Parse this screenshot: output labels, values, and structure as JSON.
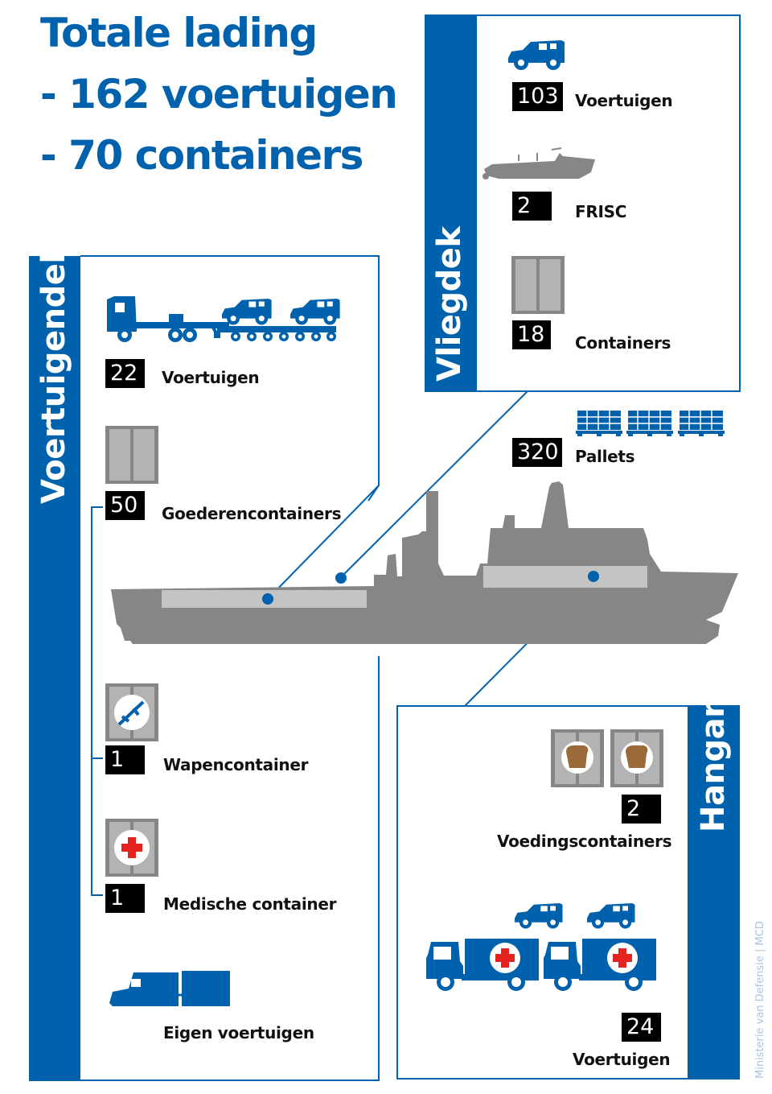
{
  "header": {
    "title": "Totale lading",
    "line_vehicles": "- 162 voertuigen",
    "line_containers": "- 70 containers"
  },
  "colors": {
    "brand_blue": "#0061ad",
    "ship_grey": "#868686",
    "ship_highlight": "#c4c4c4",
    "container_grey": "#b0b0b0",
    "count_bg": "#000000",
    "red_cross": "#e6231f"
  },
  "vliegdek": {
    "title": "Vliegdek",
    "items": [
      {
        "count": "103",
        "label": "Voertuigen",
        "icon": "jeep-icon"
      },
      {
        "count": "2",
        "label": "FRISC",
        "icon": "boat-icon"
      },
      {
        "count": "18",
        "label": "Containers",
        "icon": "container-icon"
      }
    ]
  },
  "pallets": {
    "count": "320",
    "label": "Pallets",
    "icon": "pallet-icon"
  },
  "voertuigendek": {
    "title": "Voertuigendek",
    "items": [
      {
        "count": "22",
        "label": "Voertuigen",
        "icon": "truck-trailer-icon"
      },
      {
        "count": "50",
        "label": "Goederencontainers",
        "icon": "container-icon"
      },
      {
        "count": "1",
        "label": "Wapencontainer",
        "icon": "weapon-container-icon"
      },
      {
        "count": "1",
        "label": "Medische container",
        "icon": "medical-container-icon"
      },
      {
        "label": "Eigen voertuigen",
        "icon": "tracked-vehicle-icon"
      }
    ]
  },
  "hangar": {
    "title": "Hangar",
    "items": [
      {
        "count": "2",
        "label": "Voedingscontainers",
        "icon": "food-container-icon"
      },
      {
        "count": "24",
        "label": "Voertuigen",
        "icon": "ambulance-truck-icon"
      }
    ]
  },
  "credit": "Ministerie van Defensie | MCD"
}
